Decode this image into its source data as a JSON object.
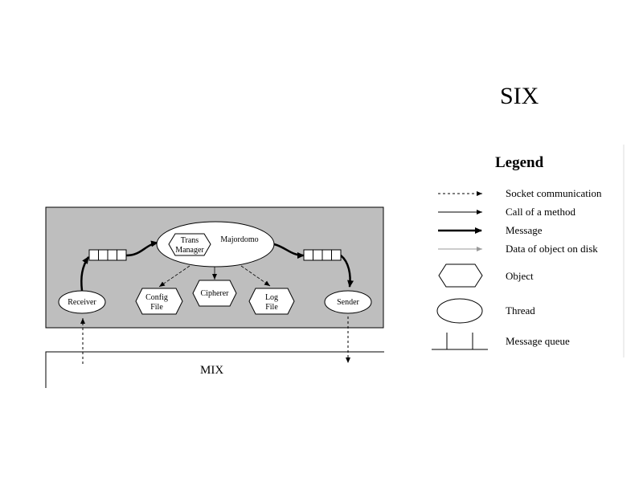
{
  "diagram": {
    "title": "SIX",
    "mix_label": "MIX",
    "nodes": {
      "receiver": "Receiver",
      "sender": "Sender",
      "trans_manager_line1": "Trans",
      "trans_manager_line2": "Manager",
      "majordomo": "Majordomo",
      "config_line1": "Config",
      "config_line2": "File",
      "cipherer": "Cipherer",
      "log_line1": "Log",
      "log_line2": "File"
    }
  },
  "legend": {
    "title": "Legend",
    "items": [
      {
        "label": "Socket communication"
      },
      {
        "label": "Call of a method"
      },
      {
        "label": "Message"
      },
      {
        "label": "Data of object on disk"
      },
      {
        "label": "Object"
      },
      {
        "label": "Thread"
      },
      {
        "label": "Message queue"
      }
    ]
  },
  "colors": {
    "panel_fill": "#bebebe",
    "node_fill": "#ffffff",
    "stroke": "#000000",
    "disk_arrow": "#999999",
    "legend_border": "#dddddd"
  }
}
